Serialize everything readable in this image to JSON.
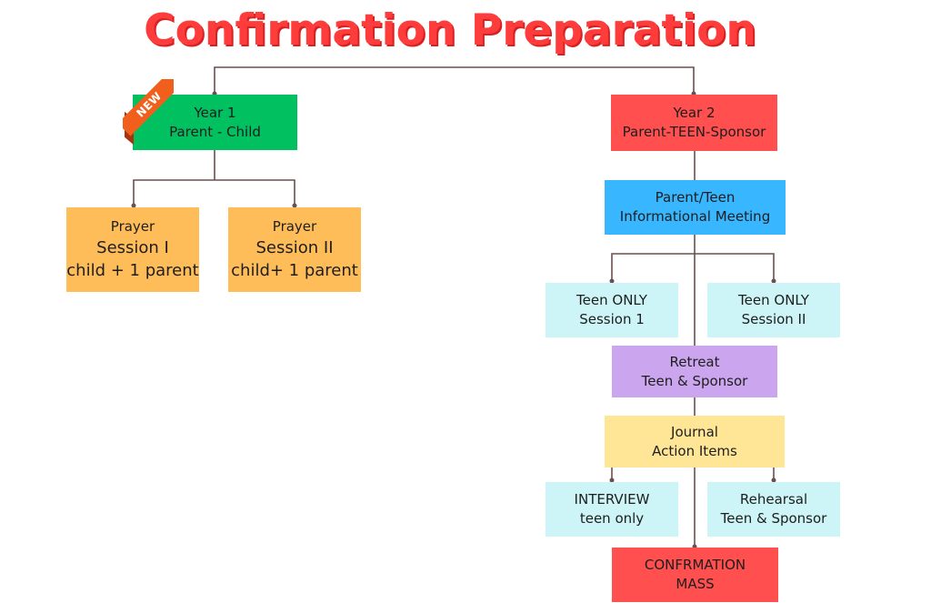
{
  "title": "Confirmation Preparation",
  "badge": "NEW",
  "colors": {
    "title": "#ff3c3c",
    "year1": "#00c060",
    "year2": "#ff4f4f",
    "meeting": "#38b6ff",
    "prayer": "#ffbd59",
    "teen_sessions": "#cdf4f6",
    "retreat": "#cba6ef",
    "journal": "#ffe697",
    "connector": "#6b4f4f"
  },
  "year1": {
    "line1": "Year 1",
    "line2": "Parent - Child"
  },
  "year2": {
    "line1": "Year 2",
    "line2": "Parent-TEEN-Sponsor"
  },
  "prayer1": {
    "line1": "Prayer",
    "line2": "Session I",
    "line3": "child + 1 parent"
  },
  "prayer2": {
    "line1": "Prayer",
    "line2": "Session II",
    "line3": "child+ 1 parent"
  },
  "meeting": {
    "line1": "Parent/Teen",
    "line2": "Informational Meeting"
  },
  "teen1": {
    "line1": "Teen ONLY",
    "line2": "Session 1"
  },
  "teen2": {
    "line1": "Teen ONLY",
    "line2": "Session II"
  },
  "retreat": {
    "line1": "Retreat",
    "line2": "Teen & Sponsor"
  },
  "journal": {
    "line1": "Journal",
    "line2": "Action Items"
  },
  "interview": {
    "line1": "INTERVIEW",
    "line2": "teen only"
  },
  "rehearsal": {
    "line1": "Rehearsal",
    "line2": "Teen & Sponsor"
  },
  "mass": {
    "line1": "CONFRMATION",
    "line2": "MASS"
  }
}
